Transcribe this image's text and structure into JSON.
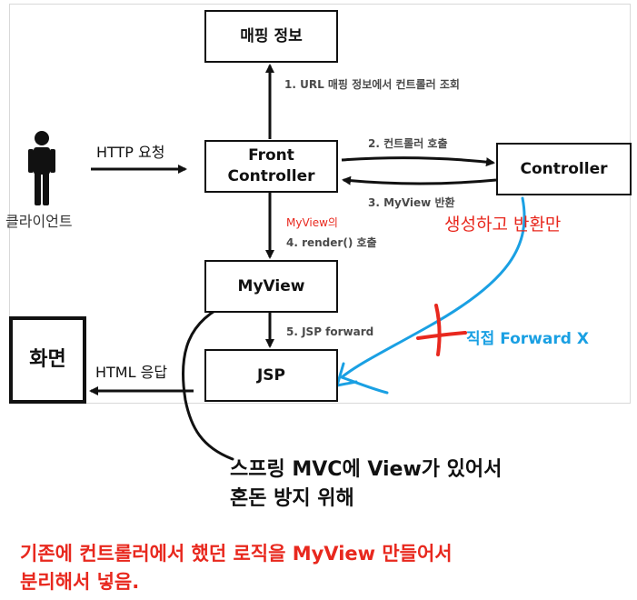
{
  "boxes": {
    "mapping": "매핑 정보",
    "front_controller_line1": "Front",
    "front_controller_line2": "Controller",
    "controller": "Controller",
    "myview": "MyView",
    "jsp": "JSP",
    "screen": "화면"
  },
  "labels": {
    "client": "클라이언트",
    "http_request": "HTTP 요청",
    "step1": "1. URL 매핑 정보에서 컨트롤러 조회",
    "step2": "2. 컨트롤러 호출",
    "step3": "3. MyView 반환",
    "step4_note": "MyView의",
    "step4": "4. render() 호출",
    "step5": "5. JSP forward",
    "html_response": "HTML 응답"
  },
  "annotations": {
    "create_return": "생성하고 반환만",
    "direct_forward": "직접 Forward X",
    "spring_line1": "스프링 MVC에 View가 있어서",
    "spring_line2": "혼돈 방지 위해",
    "bottom_line1": "기존에 컨트롤러에서 했던 로직을 MyView 만들어서",
    "bottom_line2": "분리해서 넣음."
  },
  "colors": {
    "red": "#e8281e",
    "blue": "#1aa0e3",
    "ink": "#111111"
  }
}
